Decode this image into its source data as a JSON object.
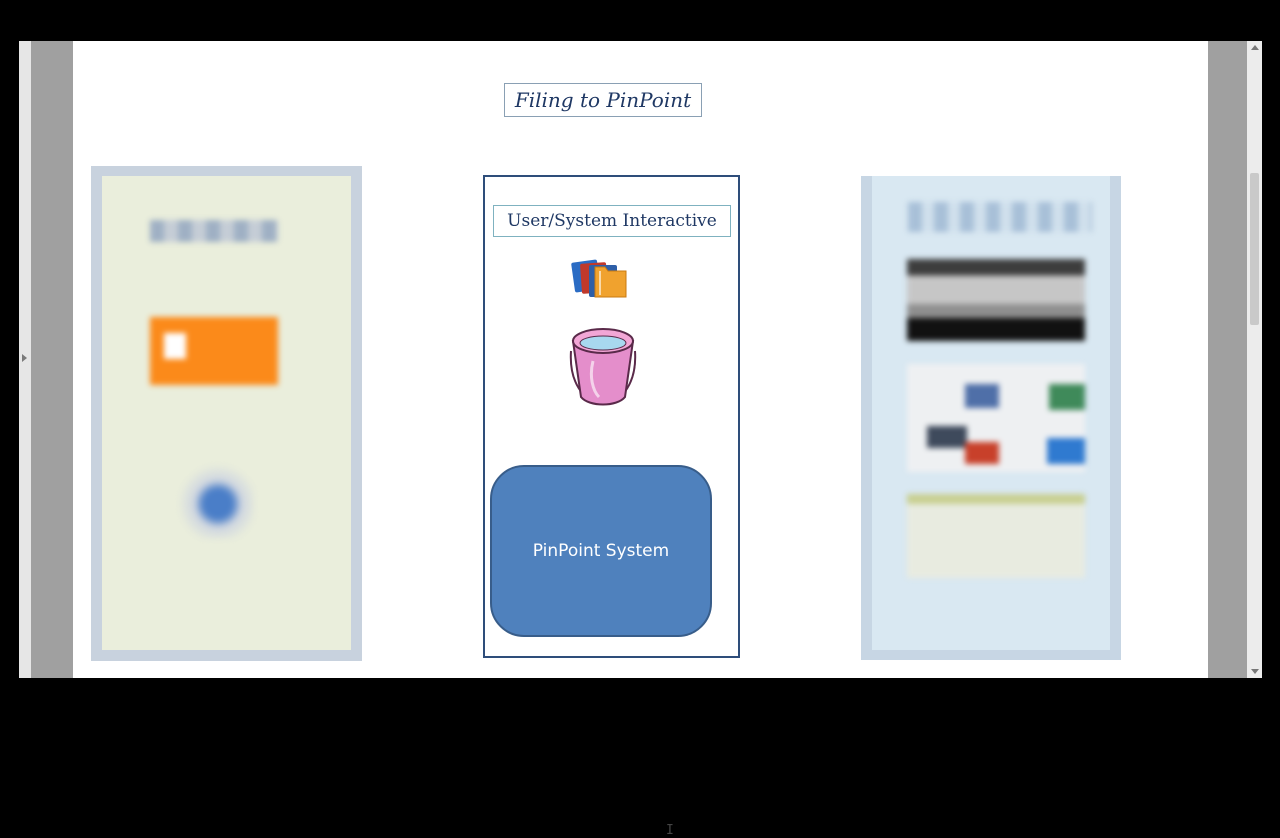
{
  "document": {
    "title": "Filing to PinPoint",
    "center_panel": {
      "heading": "User/System Interactive",
      "box_label": "PinPoint System"
    }
  },
  "icons": {
    "folders": "folder-stack-icon",
    "bucket": "bucket-icon",
    "cursor": "text-cursor-icon"
  },
  "colors": {
    "title_text": "#1f3864",
    "box_fill": "#4f81bd",
    "panel_border": "#2e4d7a",
    "left_panel_bg": "#eaeedc",
    "right_panel_bg": "#d9e8f2"
  }
}
